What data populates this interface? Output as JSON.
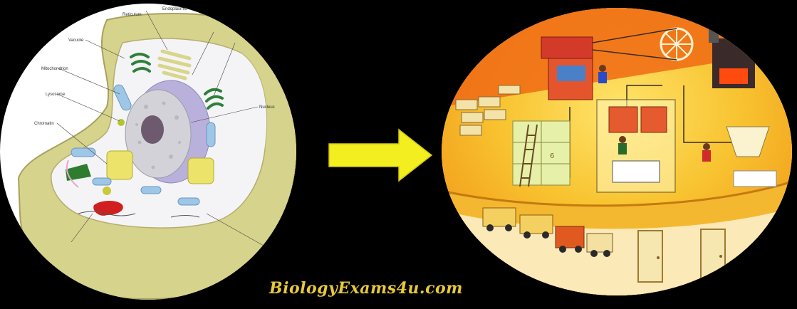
{
  "cell_labels": {
    "endoplasmic": "Endoplasmic",
    "reticulum": "Reticulum",
    "vacuole": "Vacuole",
    "mitochondrion": "Mitochondrion",
    "lysosome": "Lysosome",
    "chromatin": "Chromatin",
    "nucleus": "Nucleus"
  },
  "watermark": "BiologyExams4u.com",
  "colors": {
    "background": "#000000",
    "arrow": "#f2ee1f",
    "watermark": "#e8c93a",
    "cell_wall": "#d8d48a",
    "cytoplasm": "#f3f3f6",
    "nucleus_envelope": "#b9b0dc",
    "factory_background": "#f2a516"
  },
  "icons": [
    "cell-diagram-illustration",
    "right-arrow-icon",
    "factory-illustration"
  ]
}
